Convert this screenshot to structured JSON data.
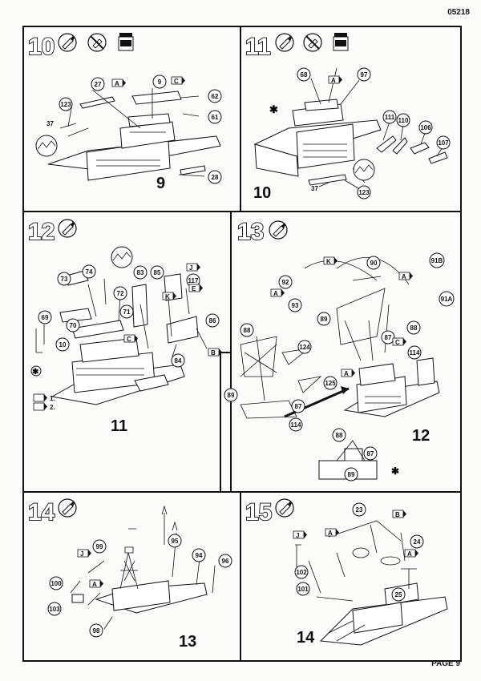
{
  "header": {
    "code": "05218"
  },
  "footer": {
    "page": "PAGE 9"
  },
  "steps": [
    {
      "number": "10",
      "base": "9",
      "labels": [
        "27",
        "9",
        "62",
        "61",
        "123",
        "37",
        "28"
      ],
      "flags": [
        "A",
        "C"
      ]
    },
    {
      "number": "11",
      "base": "10",
      "labels": [
        "68",
        "97",
        "111",
        "110",
        "106",
        "107",
        "37",
        "123"
      ],
      "flags": [
        "A"
      ]
    },
    {
      "number": "12",
      "base": "11",
      "labels": [
        "73",
        "74",
        "72",
        "71",
        "69",
        "70",
        "10",
        "83",
        "85",
        "117",
        "86",
        "84"
      ],
      "flags": [
        "J",
        "K",
        "E",
        "B",
        "C"
      ],
      "legend": [
        "1.",
        "2."
      ]
    },
    {
      "number": "13",
      "base": "12",
      "labels": [
        "92",
        "90",
        "91B",
        "91A",
        "93",
        "89",
        "88",
        "124",
        "87",
        "125",
        "114",
        "88",
        "89",
        "87",
        "114",
        "88",
        "87",
        "89"
      ],
      "flags": [
        "K",
        "A",
        "A",
        "C",
        "A"
      ]
    },
    {
      "number": "14",
      "base": "13",
      "labels": [
        "99",
        "95",
        "94",
        "96",
        "100",
        "103",
        "98"
      ],
      "flags": [
        "J",
        "A"
      ]
    },
    {
      "number": "15",
      "base": "14",
      "labels": [
        "23",
        "24",
        "25",
        "102",
        "101"
      ],
      "flags": [
        "J",
        "A",
        "B",
        "A"
      ]
    }
  ],
  "icons": {
    "glue": "glue-tube-icon",
    "nocement": "no-cement-icon",
    "paint": "paint-jar-icon",
    "star": "asterisk-icon"
  }
}
